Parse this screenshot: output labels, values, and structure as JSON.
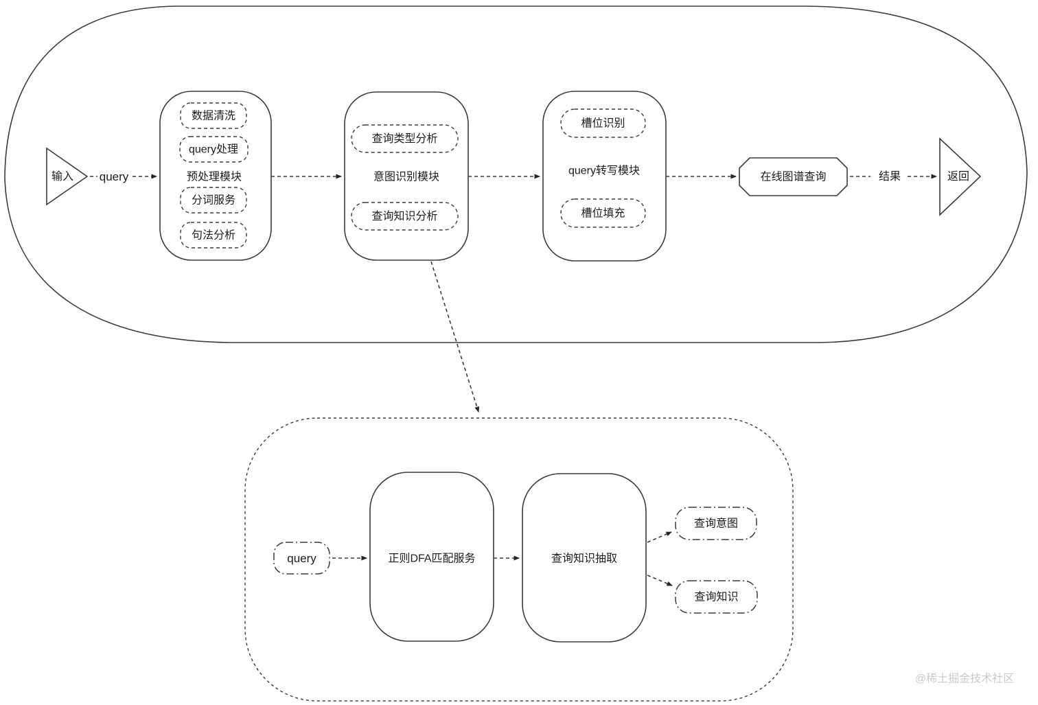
{
  "diagram": {
    "colors": {
      "stroke": "#3a3a3a",
      "text": "#1c1c1c",
      "watermark": "#c9c9c9",
      "bg": "#ffffff"
    },
    "online_flow": {
      "input_terminal": "输入",
      "input_edge_label": "query",
      "preprocess_module": {
        "title": "预处理模块",
        "steps": [
          "数据清洗",
          "query处理",
          "分词服务",
          "句法分析"
        ]
      },
      "intent_module": {
        "title": "意图识别模块",
        "steps": [
          "查询类型分析",
          "查询知识分析"
        ]
      },
      "rewrite_module": {
        "title": "query转写模块",
        "steps": [
          "槽位识别",
          "槽位填充"
        ]
      },
      "graph_query_node": "在线图谱查询",
      "result_edge_label": "结果",
      "return_terminal": "返回"
    },
    "intent_detail_flow": {
      "input_node": "query",
      "regex_dfa_service": "正则DFA匹配服务",
      "knowledge_extraction": "查询知识抽取",
      "outputs": [
        "查询意图",
        "查询知识"
      ]
    },
    "watermark": "@稀土掘金技术社区"
  }
}
